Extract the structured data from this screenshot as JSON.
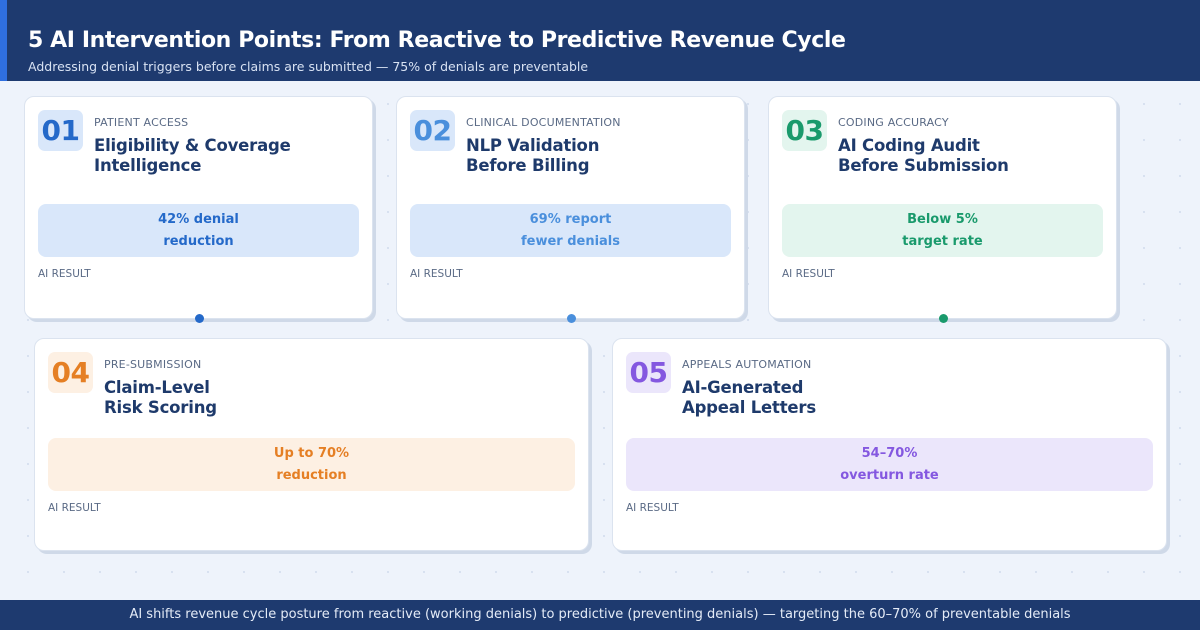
{
  "header": {
    "title": "5 AI Intervention Points: From Reactive to Predictive Revenue Cycle",
    "subtitle": "Addressing denial triggers before claims are submitted — 75% of denials are preventable"
  },
  "ai_result_label": "AI RESULT",
  "cards": [
    {
      "number": "01",
      "category": "PATIENT ACCESS",
      "title_line1": "Eligibility & Coverage",
      "title_line2": "Intelligence",
      "result_line1": "42% denial",
      "result_line2": "reduction",
      "accent": "#2469c9",
      "tint": "#d9e7fa"
    },
    {
      "number": "02",
      "category": "CLINICAL DOCUMENTATION",
      "title_line1": "NLP Validation",
      "title_line2": "Before Billing",
      "result_line1": "69% report",
      "result_line2": "fewer denials",
      "accent": "#4a8fdc",
      "tint": "#d9e7fa"
    },
    {
      "number": "03",
      "category": "CODING ACCURACY",
      "title_line1": "AI Coding Audit",
      "title_line2": "Before Submission",
      "result_line1": "Below 5%",
      "result_line2": "target rate",
      "accent": "#1a9a6c",
      "tint": "#e3f5ee"
    },
    {
      "number": "04",
      "category": "PRE-SUBMISSION",
      "title_line1": "Claim-Level",
      "title_line2": "Risk Scoring",
      "result_line1": "Up to 70%",
      "result_line2": "reduction",
      "accent": "#e57f24",
      "tint": "#fdf0e3"
    },
    {
      "number": "05",
      "category": "APPEALS AUTOMATION",
      "title_line1": "AI-Generated",
      "title_line2": "Appeal Letters",
      "result_line1": "54–70%",
      "result_line2": "overturn rate",
      "accent": "#8458e0",
      "tint": "#ebe6fb"
    }
  ],
  "footer": {
    "text": "AI shifts revenue cycle posture from reactive (working denials) to predictive (preventing denials) — targeting the 60–70% of preventable denials"
  }
}
